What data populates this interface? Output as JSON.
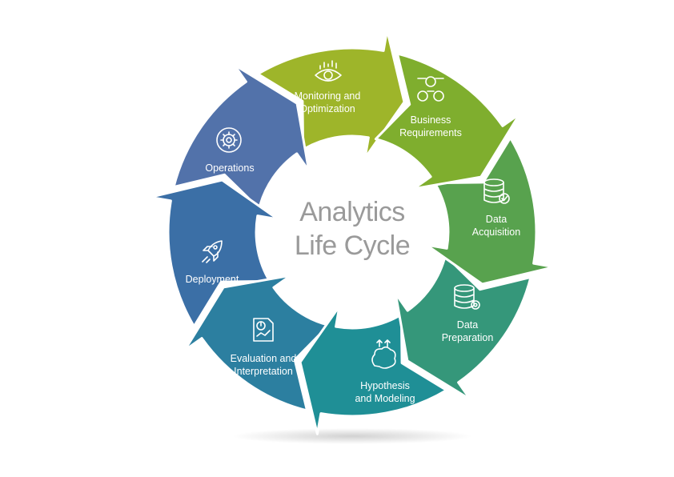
{
  "center": {
    "line1": "Analytics",
    "line2": "Life Cycle"
  },
  "segments": [
    {
      "label": "Business\nRequirements",
      "icon": "people-network-icon",
      "color": "#7fae2e"
    },
    {
      "label": "Data\nAcquisition",
      "icon": "database-check-icon",
      "color": "#58a24e"
    },
    {
      "label": "Data\nPreparation",
      "icon": "database-gear-icon",
      "color": "#35977a"
    },
    {
      "label": "Hypothesis\nand Modeling",
      "icon": "brain-arrows-icon",
      "color": "#1f8f96"
    },
    {
      "label": "Evaluation and\nInterpretation",
      "icon": "report-chart-icon",
      "color": "#2c7fa0"
    },
    {
      "label": "Deployment",
      "icon": "rocket-icon",
      "color": "#3b6fa6"
    },
    {
      "label": "Operations",
      "icon": "gear-cycle-icon",
      "color": "#5272aa"
    },
    {
      "label": "Monitoring and\nOptimization",
      "icon": "eye-chart-icon",
      "color": "#9eb52a"
    }
  ]
}
